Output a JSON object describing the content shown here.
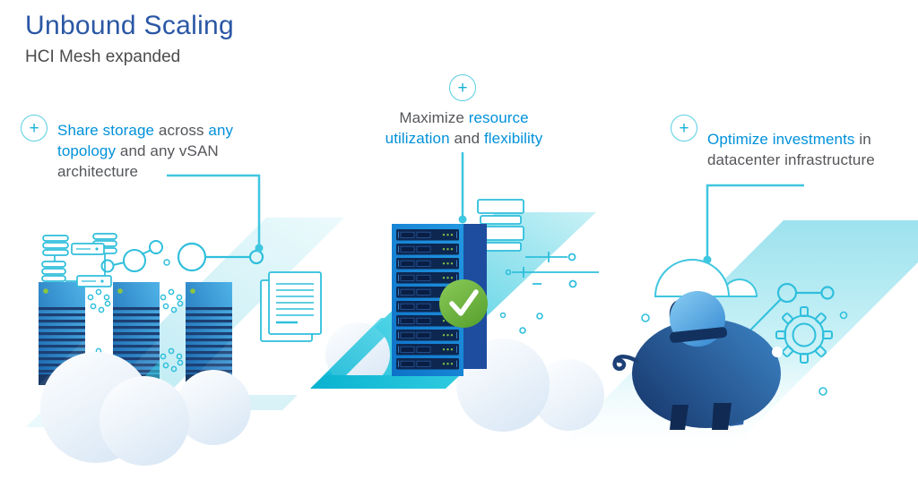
{
  "header": {
    "title": "Unbound Scaling",
    "subtitle": "HCI Mesh expanded"
  },
  "colors": {
    "title_blue": "#2a57a5",
    "subtitle_gray": "#4a4b4d",
    "accent_blue": "#0091da",
    "text_gray": "#54565a",
    "teal_line": "#3fc6e0",
    "teal_icon": "#2fbfdc",
    "solid_teal": "#0abcd8",
    "check_green": "#6db33f",
    "led_green": "#8dc63f",
    "server_blue": "#1080d4",
    "pig_navy": "#1a3a6f"
  },
  "features": [
    {
      "plus_label": "+",
      "segments": [
        {
          "t": "Share storage",
          "c": "accent"
        },
        {
          "t": " across ",
          "c": "body"
        },
        {
          "t": "any",
          "c": "accent"
        },
        {
          "br": true
        },
        {
          "t": "topology",
          "c": "accent"
        },
        {
          "t": " and any vSAN",
          "c": "body"
        },
        {
          "br": true
        },
        {
          "t": "architecture",
          "c": "body"
        }
      ]
    },
    {
      "plus_label": "+",
      "segments": [
        {
          "t": "Maximize ",
          "c": "body"
        },
        {
          "t": "resource",
          "c": "accent"
        },
        {
          "br": true
        },
        {
          "t": "utilization",
          "c": "accent"
        },
        {
          "t": " and ",
          "c": "body"
        },
        {
          "t": "flexibility",
          "c": "accent"
        }
      ]
    },
    {
      "plus_label": "+",
      "segments": [
        {
          "t": "Optimize investments",
          "c": "accent"
        },
        {
          "t": " in",
          "c": "body"
        },
        {
          "br": true
        },
        {
          "t": "datacenter infrastructure",
          "c": "body"
        }
      ]
    }
  ],
  "icons": [
    "plus-icon",
    "storage-cluster-icon",
    "molecule-icon",
    "node-link-icon",
    "server-rack-icon",
    "dot-cluster-icon",
    "document-icon",
    "cloud-icon",
    "server-tower-icon",
    "disk-stack-icon",
    "check-icon",
    "slider-lines-icon",
    "piggy-bank-icon",
    "coin-icon",
    "gear-icon"
  ]
}
